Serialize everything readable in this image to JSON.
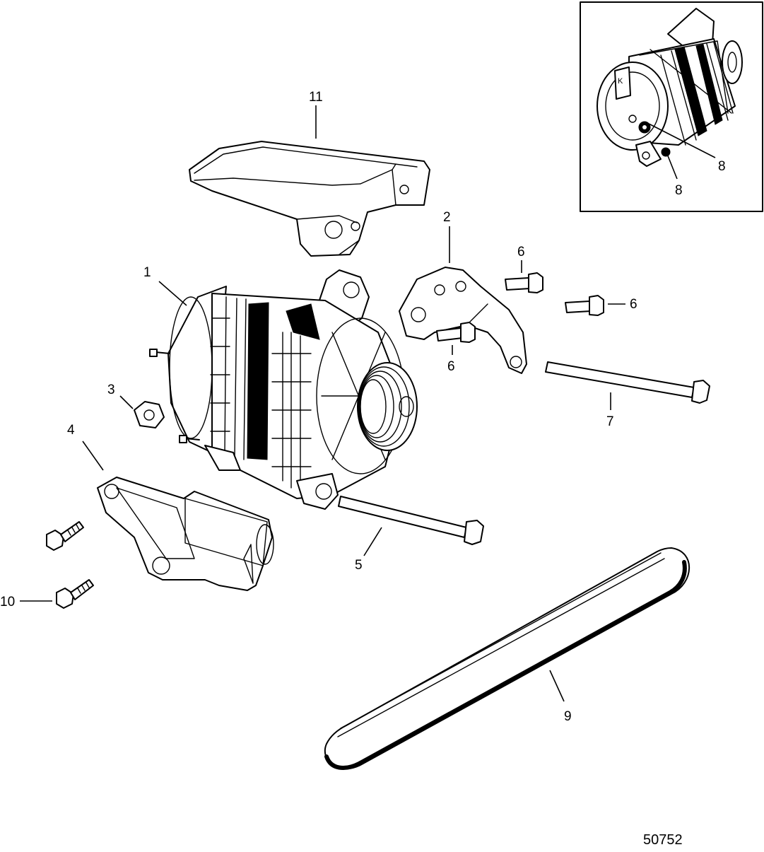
{
  "callouts": {
    "c1": "1",
    "c2": "2",
    "c3": "3",
    "c4": "4",
    "c5": "5",
    "c6a": "6",
    "c6b": "6",
    "c6c": "6",
    "c7": "7",
    "c8a": "8",
    "c8b": "8",
    "c9": "9",
    "c10": "10",
    "c11": "11"
  },
  "figure_number": "50752",
  "parts": [
    {
      "callout": "1",
      "icon": "alternator-icon"
    },
    {
      "callout": "2",
      "icon": "brace-bracket-icon"
    },
    {
      "callout": "3",
      "icon": "hex-nut-icon"
    },
    {
      "callout": "4",
      "icon": "mounting-bracket-icon"
    },
    {
      "callout": "5",
      "icon": "long-bolt-icon"
    },
    {
      "callout": "6",
      "icon": "flange-bolt-icon"
    },
    {
      "callout": "7",
      "icon": "long-bolt-icon"
    },
    {
      "callout": "8",
      "icon": "terminal-nut-icon"
    },
    {
      "callout": "9",
      "icon": "drive-belt-icon"
    },
    {
      "callout": "10",
      "icon": "screw-icon"
    },
    {
      "callout": "11",
      "icon": "pulley-guard-icon"
    }
  ]
}
